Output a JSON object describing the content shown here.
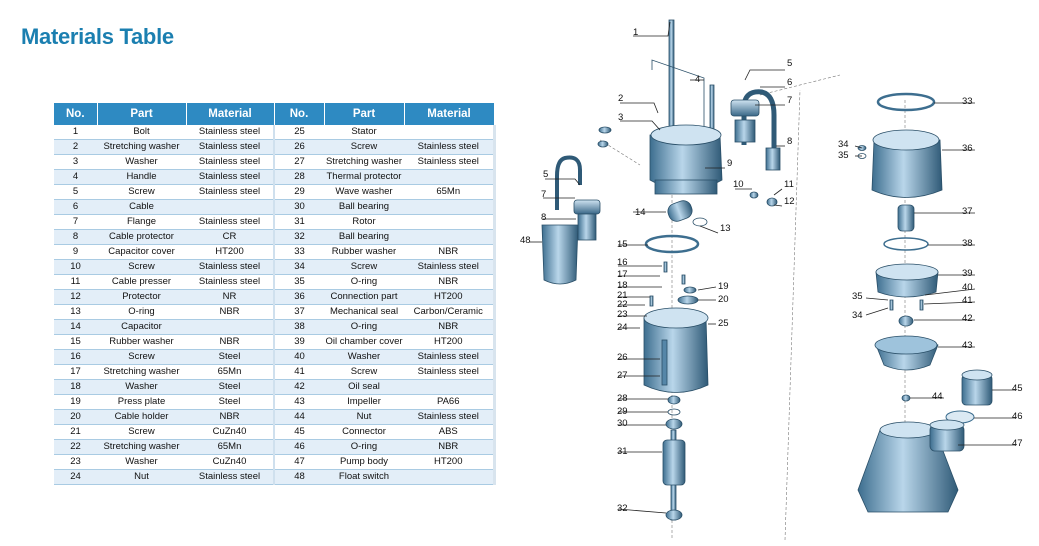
{
  "title": "Materials Table",
  "table": {
    "headers": [
      "No.",
      "Part",
      "Material",
      "No.",
      "Part",
      "Material"
    ],
    "rows": [
      {
        "no1": "1",
        "part1": "Bolt",
        "mat1": "Stainless steel",
        "no2": "25",
        "part2": "Stator",
        "mat2": ""
      },
      {
        "no1": "2",
        "part1": "Stretching washer",
        "mat1": "Stainless steel",
        "no2": "26",
        "part2": "Screw",
        "mat2": "Stainless steel"
      },
      {
        "no1": "3",
        "part1": "Washer",
        "mat1": "Stainless steel",
        "no2": "27",
        "part2": "Stretching washer",
        "mat2": "Stainless steel"
      },
      {
        "no1": "4",
        "part1": "Handle",
        "mat1": "Stainless steel",
        "no2": "28",
        "part2": "Thermal protector",
        "mat2": ""
      },
      {
        "no1": "5",
        "part1": "Screw",
        "mat1": "Stainless steel",
        "no2": "29",
        "part2": "Wave washer",
        "mat2": "65Mn"
      },
      {
        "no1": "6",
        "part1": "Cable",
        "mat1": "",
        "no2": "30",
        "part2": "Ball bearing",
        "mat2": ""
      },
      {
        "no1": "7",
        "part1": "Flange",
        "mat1": "Stainless steel",
        "no2": "31",
        "part2": "Rotor",
        "mat2": ""
      },
      {
        "no1": "8",
        "part1": "Cable protector",
        "mat1": "CR",
        "no2": "32",
        "part2": "Ball bearing",
        "mat2": ""
      },
      {
        "no1": "9",
        "part1": "Capacitor cover",
        "mat1": "HT200",
        "no2": "33",
        "part2": "Rubber washer",
        "mat2": "NBR"
      },
      {
        "no1": "10",
        "part1": "Screw",
        "mat1": "Stainless steel",
        "no2": "34",
        "part2": "Screw",
        "mat2": "Stainless steel"
      },
      {
        "no1": "11",
        "part1": "Cable presser",
        "mat1": "Stainless steel",
        "no2": "35",
        "part2": "O-ring",
        "mat2": "NBR"
      },
      {
        "no1": "12",
        "part1": "Protector",
        "mat1": "NR",
        "no2": "36",
        "part2": "Connection part",
        "mat2": "HT200"
      },
      {
        "no1": "13",
        "part1": "O-ring",
        "mat1": "NBR",
        "no2": "37",
        "part2": "Mechanical seal",
        "mat2": "Carbon/Ceramic"
      },
      {
        "no1": "14",
        "part1": "Capacitor",
        "mat1": "",
        "no2": "38",
        "part2": "O-ring",
        "mat2": "NBR"
      },
      {
        "no1": "15",
        "part1": "Rubber washer",
        "mat1": "NBR",
        "no2": "39",
        "part2": "Oil chamber cover",
        "mat2": "HT200"
      },
      {
        "no1": "16",
        "part1": "Screw",
        "mat1": "Steel",
        "no2": "40",
        "part2": "Washer",
        "mat2": "Stainless steel"
      },
      {
        "no1": "17",
        "part1": "Stretching washer",
        "mat1": "65Mn",
        "no2": "41",
        "part2": "Screw",
        "mat2": "Stainless steel"
      },
      {
        "no1": "18",
        "part1": "Washer",
        "mat1": "Steel",
        "no2": "42",
        "part2": "Oil seal",
        "mat2": ""
      },
      {
        "no1": "19",
        "part1": "Press plate",
        "mat1": "Steel",
        "no2": "43",
        "part2": "Impeller",
        "mat2": "PA66"
      },
      {
        "no1": "20",
        "part1": "Cable holder",
        "mat1": "NBR",
        "no2": "44",
        "part2": "Nut",
        "mat2": "Stainless steel"
      },
      {
        "no1": "21",
        "part1": "Screw",
        "mat1": "CuZn40",
        "no2": "45",
        "part2": "Connector",
        "mat2": "ABS"
      },
      {
        "no1": "22",
        "part1": "Stretching washer",
        "mat1": "65Mn",
        "no2": "46",
        "part2": "O-ring",
        "mat2": "NBR"
      },
      {
        "no1": "23",
        "part1": "Washer",
        "mat1": "CuZn40",
        "no2": "47",
        "part2": "Pump body",
        "mat2": "HT200"
      },
      {
        "no1": "24",
        "part1": "Nut",
        "mat1": "Stainless steel",
        "no2": "48",
        "part2": "Float switch",
        "mat2": ""
      }
    ]
  },
  "diagram": {
    "callouts": [
      "1",
      "2",
      "3",
      "4",
      "5",
      "6",
      "7",
      "8",
      "9",
      "10",
      "11",
      "12",
      "13",
      "14",
      "15",
      "16",
      "17",
      "18",
      "19",
      "20",
      "21",
      "22",
      "23",
      "24",
      "25",
      "26",
      "27",
      "28",
      "29",
      "30",
      "31",
      "32",
      "33",
      "34",
      "35",
      "36",
      "37",
      "38",
      "39",
      "40",
      "41",
      "42",
      "43",
      "44",
      "45",
      "46",
      "47",
      "48",
      "5",
      "7",
      "8",
      "34",
      "35"
    ]
  },
  "colors": {
    "title": "#1b7fb0",
    "header": "#2e8ac2",
    "stripe": "#e3eef8",
    "part_dark": "#3d6e8f",
    "part_light": "#9ec3dc"
  }
}
